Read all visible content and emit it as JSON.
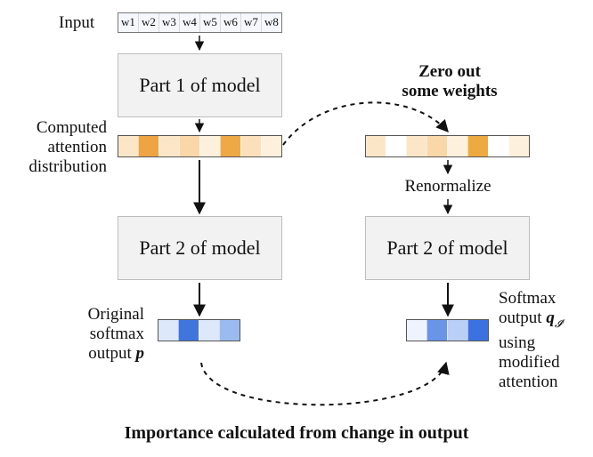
{
  "input_label": "Input",
  "input_tokens": [
    "w1",
    "w2",
    "w3",
    "w4",
    "w5",
    "w6",
    "w7",
    "w8"
  ],
  "part1_label": "Part 1 of model",
  "attention_label": [
    "Computed",
    "attention",
    "distribution"
  ],
  "attention_cells": [
    "#fbe6c8",
    "#eea445",
    "#fbe6c8",
    "#fad7a8",
    "#fdf1de",
    "#eea845",
    "#fbe0bb",
    "#fdf1de"
  ],
  "zero_out_label": [
    "Zero out",
    "some weights"
  ],
  "modified_cells": [
    "#fbe6c8",
    "#ffffff",
    "#fbe6c8",
    "#fad7a8",
    "#fdf1de",
    "#edaa40",
    "#ffffff",
    "#fdf1de"
  ],
  "renormalize_label": "Renormalize",
  "part2_left_label": "Part 2 of model",
  "part2_right_label": "Part 2 of model",
  "original_output_label": [
    "Original",
    "softmax",
    "output"
  ],
  "original_output_symbol": "p",
  "original_output_cells": [
    "#dde9fb",
    "#3f75dc",
    "#dde9fb",
    "#9bbaf0"
  ],
  "modified_output_label_top": [
    "Softmax",
    "output"
  ],
  "modified_output_symbol": "q",
  "modified_output_subscript": "𝓘′",
  "modified_output_label_bottom": [
    "using",
    "modified",
    "attention"
  ],
  "modified_output_cells": [
    "#eef3fd",
    "#6a94e6",
    "#b9cff5",
    "#3c72e0"
  ],
  "bottom_caption": "Importance calculated from change in output"
}
